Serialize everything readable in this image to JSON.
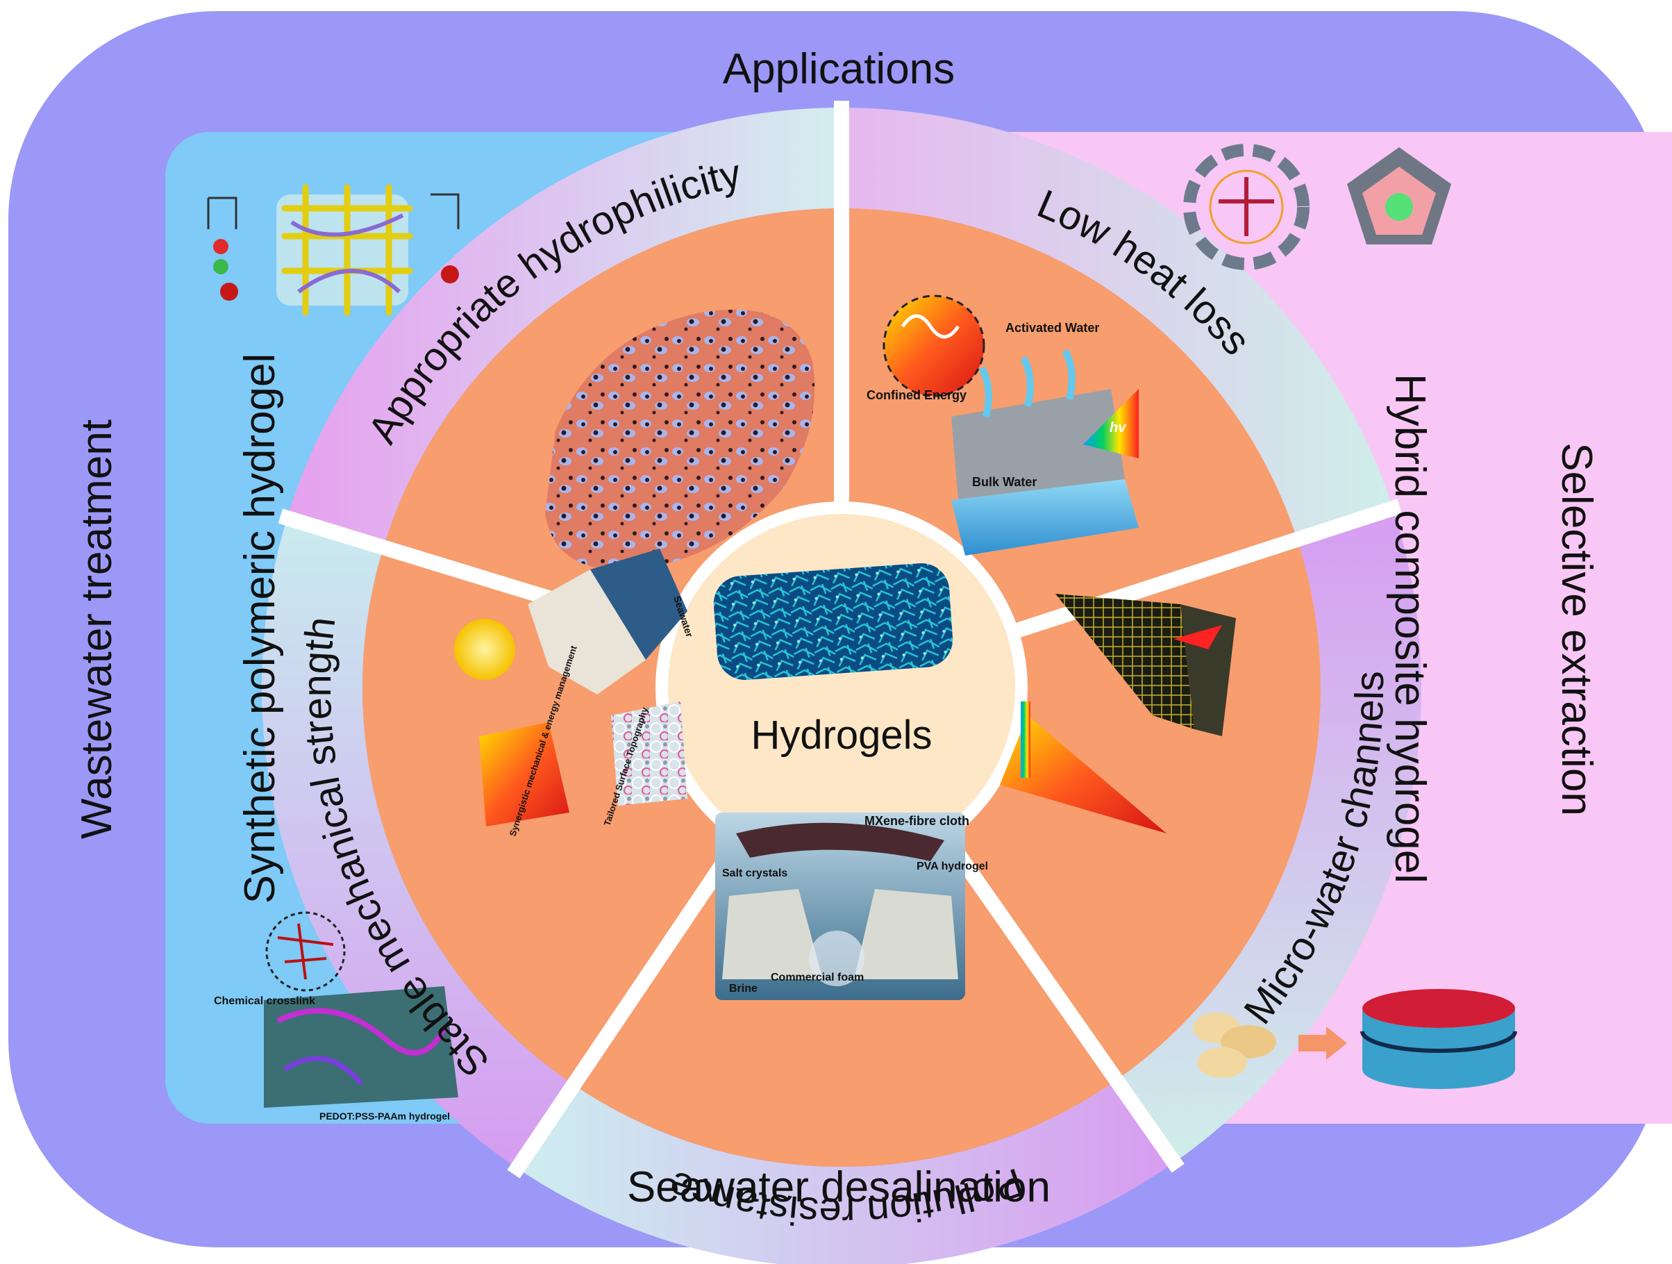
{
  "outer": {
    "top": "Applications",
    "left": "Wastewater treatment",
    "right": "Selective extraction",
    "bottom": "Seawater desalination"
  },
  "panels": {
    "left": "Synthetic polymeric hydrogel",
    "right": "Hybrid composite hydrogel"
  },
  "center": "Hydrogels",
  "properties": {
    "hydrophilicity": "Appropriate hydrophilicity",
    "heat": "Low heat loss",
    "channels": "Micro-water channels",
    "pollution": "Pollution resistance",
    "strength": "Stable mechanical strength"
  },
  "inset_labels": {
    "activated_water": "Activated Water",
    "confined_energy": "Confined Energy",
    "bulk_water": "Bulk Water",
    "hv": "hv",
    "mxene": "MXene-fibre cloth",
    "salt": "Salt crystals",
    "pva": "PVA hydrogel",
    "brine": "Brine",
    "foam": "Commercial foam",
    "crosslink": "Chemical crosslink",
    "pedot": "PEDOT:PSS-PAAm hydrogel",
    "seawater": "Seawater",
    "tailored": "Tailored Surface Topography",
    "synergistic": "Synergistic mechanical & energy management"
  },
  "colors": {
    "outer_band": "#9b98f7",
    "left_panel": "#7fcaf7",
    "right_panel": "#f8c7f5",
    "wheel": "#f79d6e",
    "hub": "#fde7c6"
  }
}
